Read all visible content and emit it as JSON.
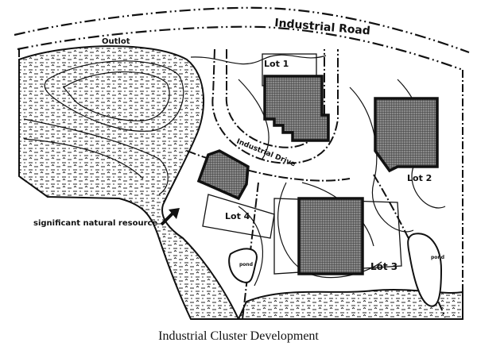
{
  "caption": "Industrial Cluster Development",
  "labels": {
    "road": "Industrial Road",
    "drive": "Industrial Drive",
    "outlot": "Outlot",
    "lot1": "Lot 1",
    "lot2": "Lot 2",
    "lot3": "Lot 3",
    "lot4": "Lot 4",
    "pond_left": "pond",
    "pond_right": "pond",
    "resource": "significant natural resource"
  },
  "colors": {
    "ink": "#111111",
    "building_fill": "#6e6e6e",
    "paper": "#ffffff"
  }
}
